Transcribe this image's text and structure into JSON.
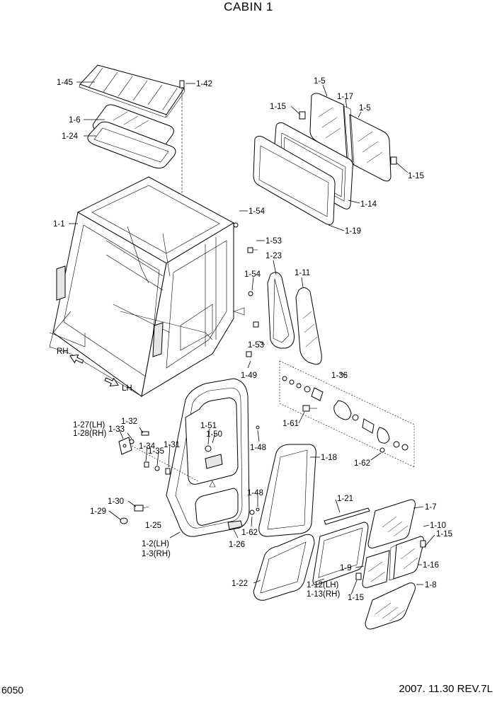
{
  "title": "CABIN 1",
  "page_number": "6050",
  "revision": "2007. 11.30  REV.7L",
  "direction_labels": {
    "rh": "RH",
    "lh": "LH"
  },
  "callouts": [
    "1-45",
    "1-42",
    "1-6",
    "1-24",
    "1-5",
    "1-17",
    "1-5",
    "1-15",
    "1-15",
    "1-14",
    "1-19",
    "1-1",
    "1-54",
    "1-53",
    "1-23",
    "1-11",
    "1-54",
    "1-53",
    "1-49",
    "1-36",
    "1-61",
    "1-62",
    "1-27(LH)",
    "1-28(RH)",
    "1-32",
    "1-33",
    "1-34",
    "1-35",
    "1-31",
    "1-51",
    "1-50",
    "1-48",
    "1-18",
    "1-48",
    "1-30",
    "1-29",
    "1-25",
    "1-62",
    "1-26",
    "1-2(LH)",
    "1-3(RH)",
    "1-21",
    "1-7",
    "1-10",
    "1-15",
    "1-9",
    "1-16",
    "1-22",
    "1-12(LH)",
    "1-13(RH)",
    "1-15",
    "1-8"
  ]
}
